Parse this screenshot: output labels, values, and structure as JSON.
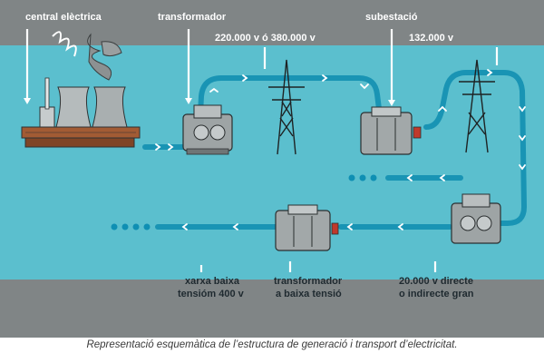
{
  "labels": {
    "power_plant": "central elèctrica",
    "transformer": "transformador",
    "voltage_high": "220.000 v ó 380.000 v",
    "substation": "subestació",
    "voltage_132": "132.000 v",
    "low_network_line1": "xarxa baixa",
    "low_network_line2": "tensióm 400 v",
    "low_transformer_line1": "transformador",
    "low_transformer_line2": "a baixa tensió",
    "direct_line1": "20.000 v directe",
    "direct_line2": "o indirecte gran"
  },
  "caption": "Representació esquemàtica de l’estructura de generació i transport d’electricitat.",
  "colors": {
    "band_gray": "#808586",
    "water": "#5bbfce",
    "pipe": "#1994b4",
    "dot": "#0f8fb3",
    "label_dark": "#1f2a30"
  }
}
